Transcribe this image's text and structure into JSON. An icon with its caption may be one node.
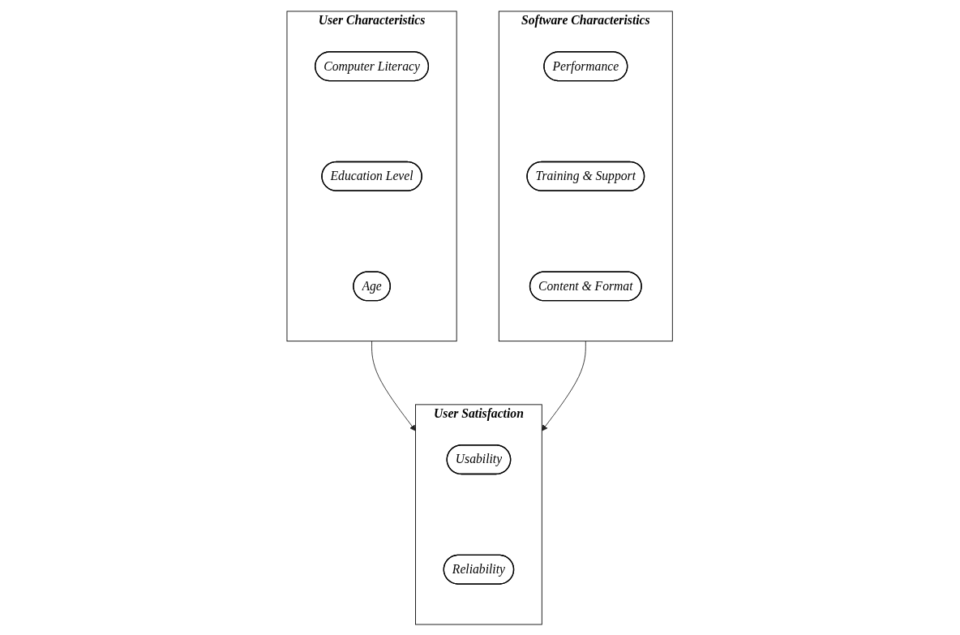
{
  "diagram": {
    "nodes": [
      {
        "text": [
          "User Characteristics"
        ]
      },
      {
        "text": [
          "Computer Literacy"
        ],
        "in": 0
      },
      {
        "text": [
          "Education Level"
        ],
        "in": 0
      },
      {
        "text": [
          "Age"
        ],
        "in": 0
      },
      {
        "text": [
          "Software Characteristics"
        ]
      },
      {
        "text": [
          "Performance"
        ],
        "in": 4
      },
      {
        "text": [
          "Training & Support"
        ],
        "in": 4
      },
      {
        "text": [
          "Content & Format"
        ],
        "in": 4
      },
      {
        "text": [
          "User Satisfaction"
        ]
      },
      {
        "text": [
          "Usability"
        ],
        "in": 8
      },
      {
        "text": [
          "Reliability"
        ],
        "in": 8
      }
    ],
    "edges": [
      {
        "from": 0,
        "to": 8,
        "arrow": "to"
      },
      {
        "from": 4,
        "to": 8,
        "arrow": "to"
      }
    ]
  }
}
